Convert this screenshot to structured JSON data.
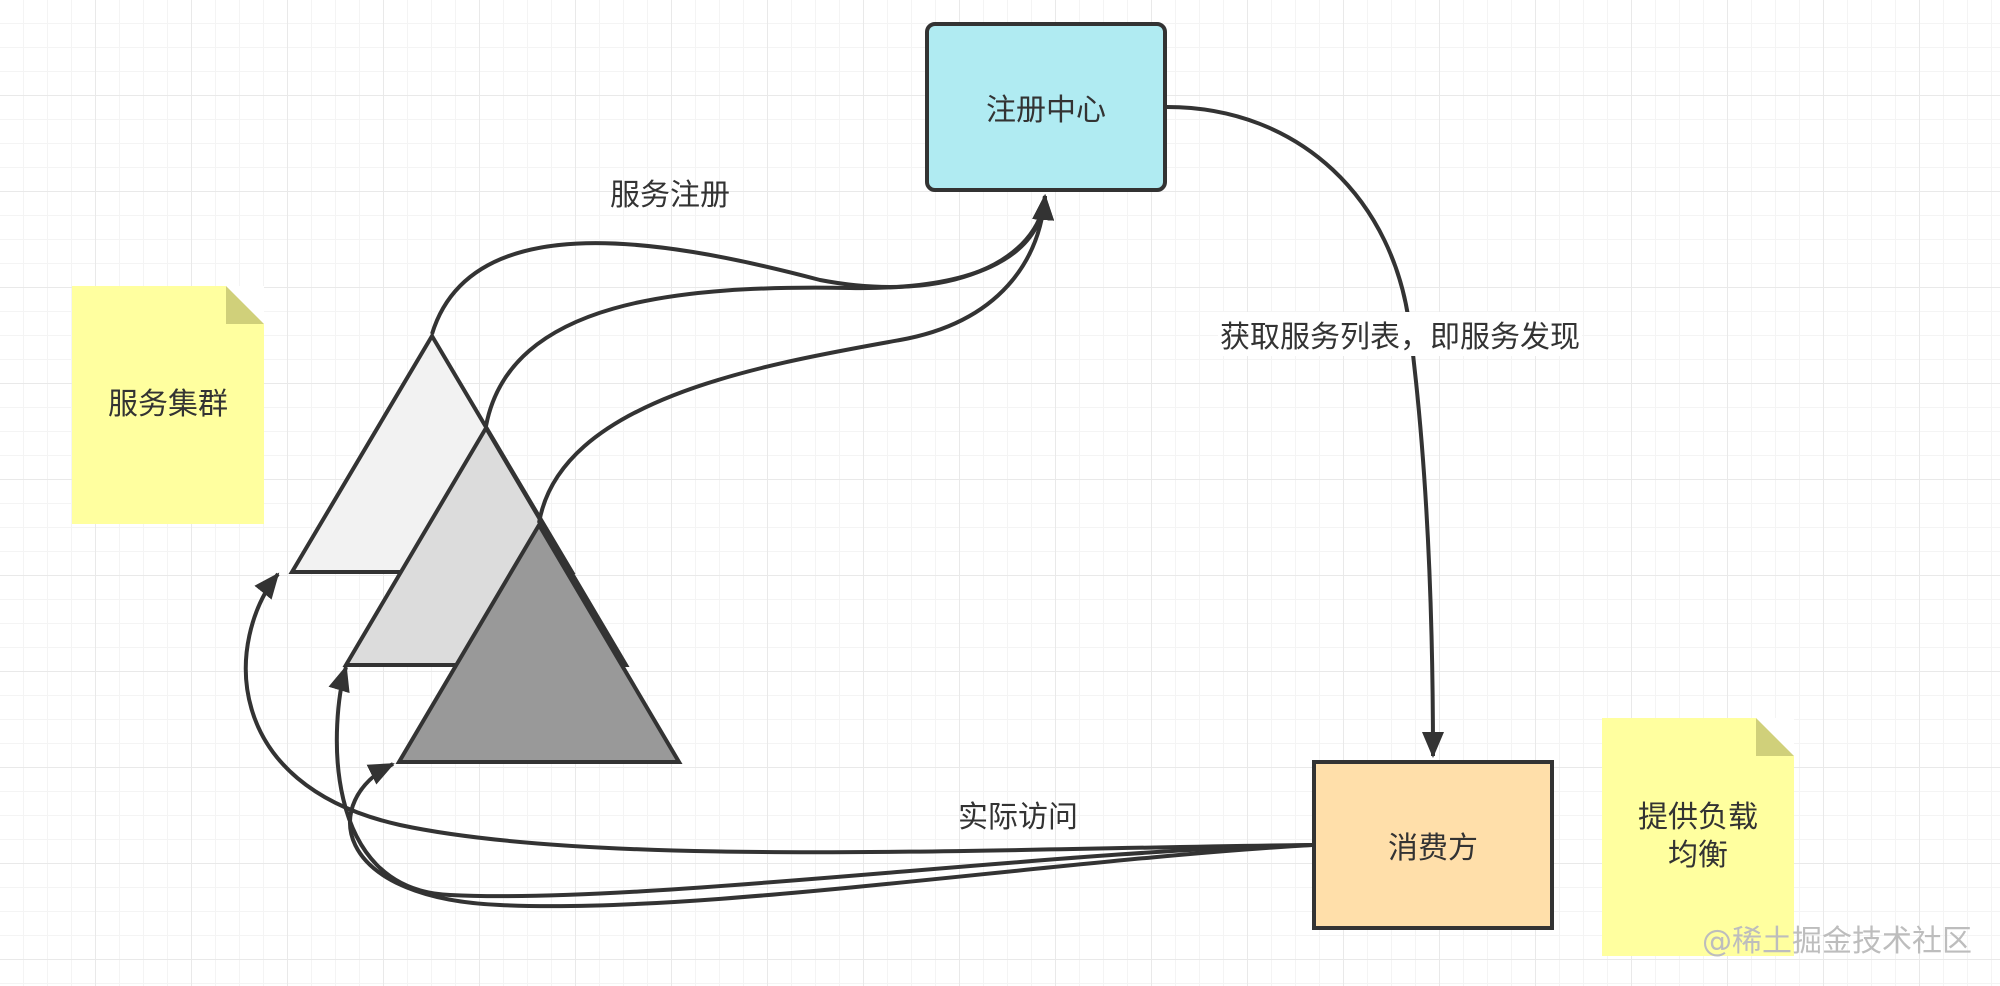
{
  "nodes": {
    "registry": "注册中心",
    "consumer": "消费方"
  },
  "notes": {
    "service_cluster": "服务集群",
    "load_balance": "提供负载\n均衡"
  },
  "edge_labels": {
    "service_registration": "服务注册",
    "service_discovery": "获取服务列表，即服务发现",
    "actual_access": "实际访问"
  },
  "watermark": "@稀土掘金技术社区",
  "colors": {
    "registry_fill": "#b0ebf2",
    "consumer_fill": "#ffdfaa",
    "note_fill": "#ffff9f",
    "provider_1": "#f2f2f2",
    "provider_2": "#dcdcdc",
    "provider_3": "#999999",
    "stroke": "#333333"
  }
}
